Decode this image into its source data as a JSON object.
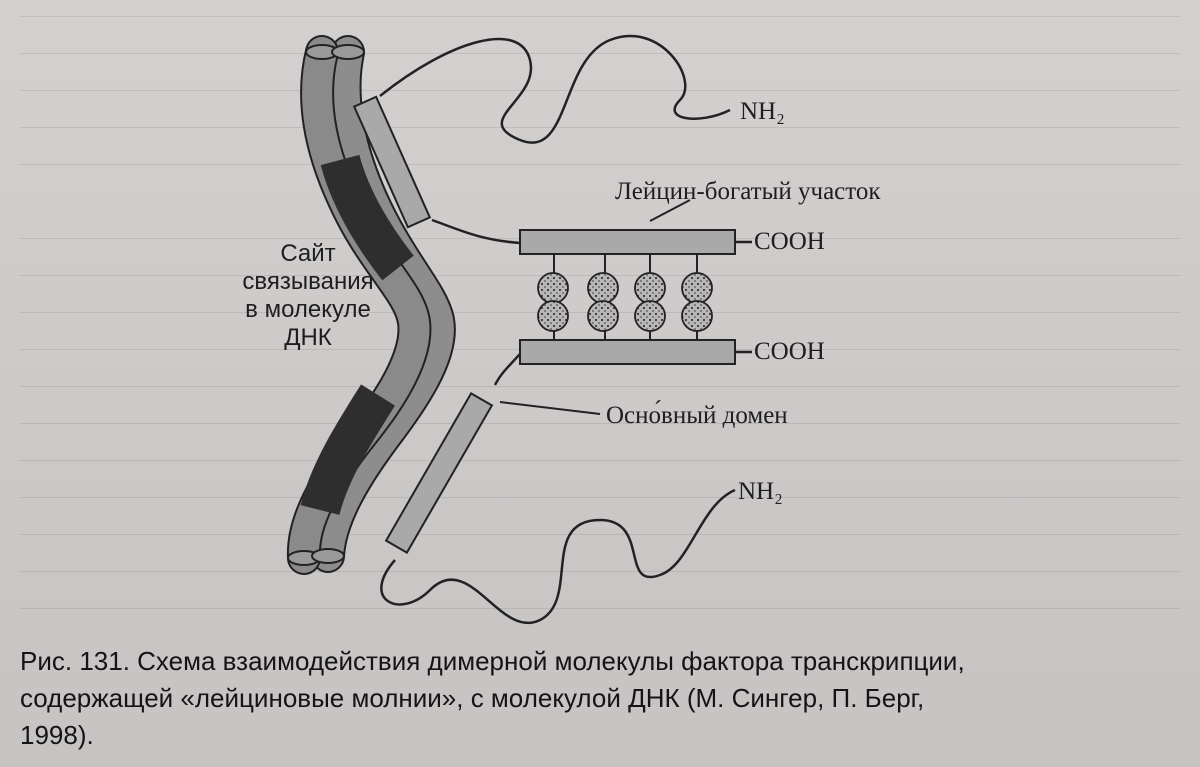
{
  "figure": {
    "labels": {
      "nh2_top": "NH₂",
      "nh2_bottom": "NH₂",
      "leucine_region": "Лейцин-богатый участок",
      "cooh_top": "COOH",
      "cooh_bottom": "COOH",
      "basic_domain": "Осно́вный домен",
      "dna_site": [
        "Сайт",
        "связывания",
        "в молекуле",
        "ДНК"
      ]
    }
  },
  "caption": {
    "lines": [
      "Рис. 131. Схема взаимодействия димерной молекулы фактора транскрипции,",
      "содержащей «лейциновые молнии», с молекулой ДНК (М. Сингер, П. Берг,",
      "1998)."
    ]
  },
  "colors": {
    "dna_gray": "#8a8a8a",
    "dna_dark": "#2e2e2e",
    "helix_fill": "#a9a9a9",
    "line": "#222222",
    "paper": "#cfcccb"
  }
}
